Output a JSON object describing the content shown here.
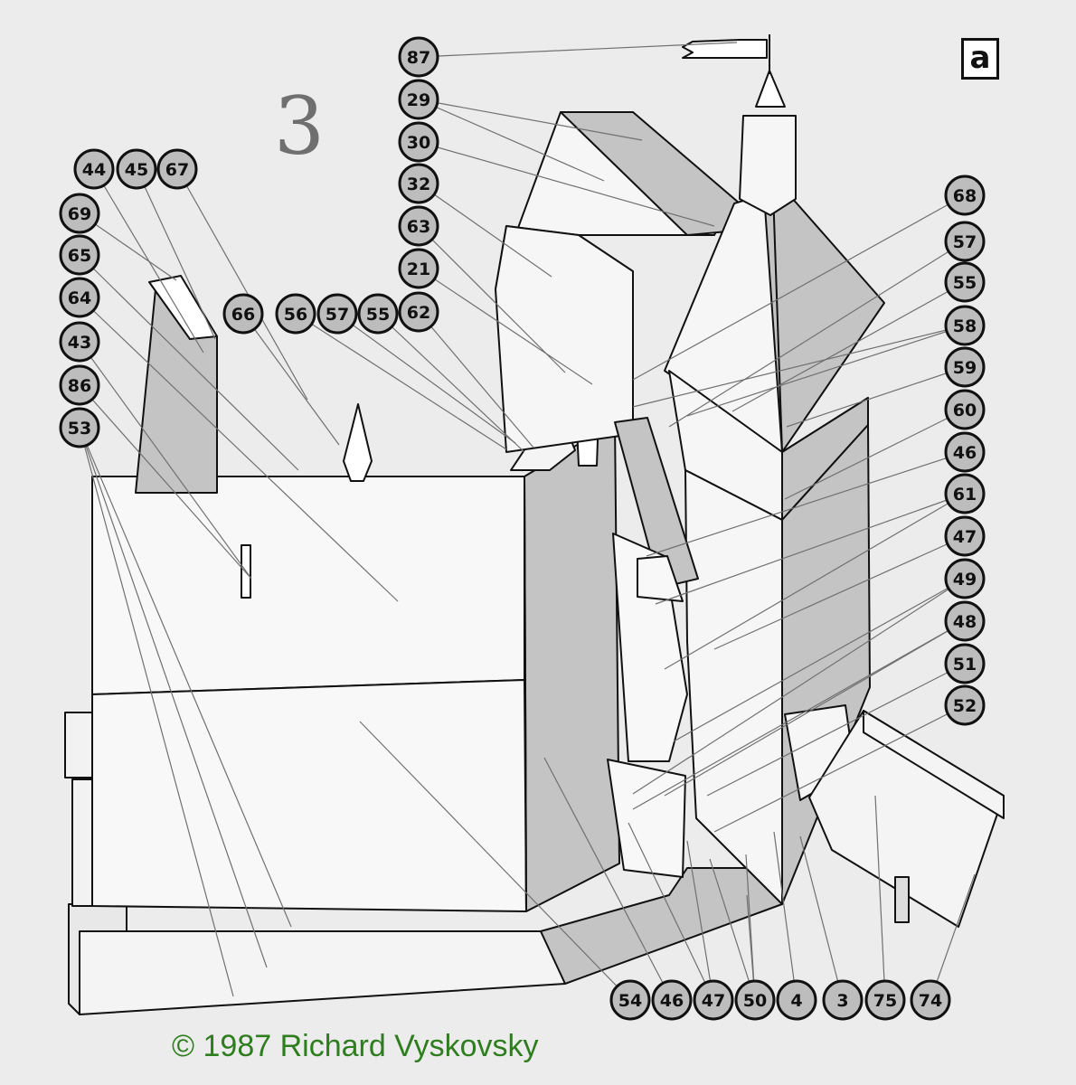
{
  "page_number": "3",
  "sheet_letter": "a",
  "copyright": "© 1987 Richard Vyskovsky",
  "colors": {
    "paper": "#ececec",
    "shade": "#c4c4c4",
    "ink": "#111111",
    "leader": "#707070",
    "copyright": "#2e7d1e"
  },
  "callouts": [
    {
      "label": "87",
      "target": "flag"
    },
    {
      "label": "29",
      "target": "tower-upper-roof"
    },
    {
      "label": "30",
      "target": "tower-upper-roof"
    },
    {
      "label": "32",
      "target": "tower-upper-roof"
    },
    {
      "label": "63",
      "target": "tower-upper-roof"
    },
    {
      "label": "21",
      "target": "small-spire"
    },
    {
      "label": "62",
      "target": "small-spire"
    },
    {
      "label": "56",
      "target": "dormer"
    },
    {
      "label": "57",
      "target": "dormer"
    },
    {
      "label": "55",
      "target": "dormer"
    },
    {
      "label": "66",
      "target": "finial"
    },
    {
      "label": "44",
      "target": "chimney"
    },
    {
      "label": "45",
      "target": "chimney"
    },
    {
      "label": "67",
      "target": "finial"
    },
    {
      "label": "69",
      "target": "chimney"
    },
    {
      "label": "65",
      "target": "main-roof"
    },
    {
      "label": "64",
      "target": "main-roof"
    },
    {
      "label": "43",
      "target": "main-roof"
    },
    {
      "label": "86",
      "target": "roof-vent"
    },
    {
      "label": "53",
      "target": "base-walls"
    },
    {
      "label": "68",
      "target": "belfry-roof"
    },
    {
      "label": "57",
      "target": "belfry-roof"
    },
    {
      "label": "55",
      "target": "belfry-roof"
    },
    {
      "label": "58",
      "target": "gallery"
    },
    {
      "label": "59",
      "target": "gallery"
    },
    {
      "label": "60",
      "target": "gallery"
    },
    {
      "label": "46",
      "target": "side-roof"
    },
    {
      "label": "61",
      "target": "turret"
    },
    {
      "label": "47",
      "target": "turret"
    },
    {
      "label": "49",
      "target": "turret-base"
    },
    {
      "label": "48",
      "target": "turret-base"
    },
    {
      "label": "51",
      "target": "turret-base"
    },
    {
      "label": "52",
      "target": "bridge"
    },
    {
      "label": "54",
      "target": "main-wall"
    },
    {
      "label": "46",
      "target": "side-wall"
    },
    {
      "label": "47",
      "target": "turret"
    },
    {
      "label": "50",
      "target": "plinth"
    },
    {
      "label": "4",
      "target": "tower-wall"
    },
    {
      "label": "3",
      "target": "tower-wall"
    },
    {
      "label": "75",
      "target": "bridge"
    },
    {
      "label": "74",
      "target": "bridge"
    }
  ]
}
